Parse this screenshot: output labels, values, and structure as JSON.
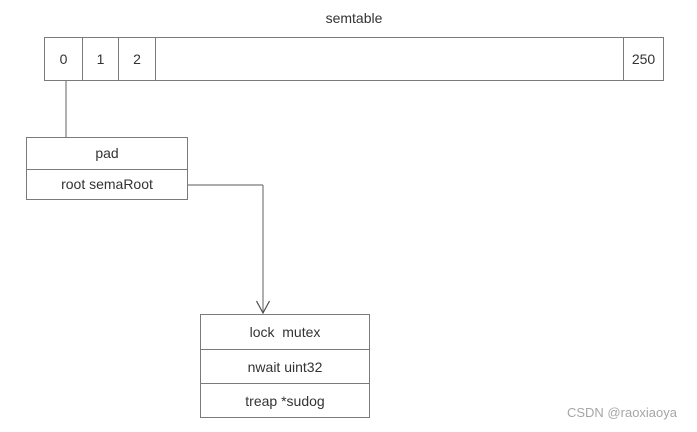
{
  "diagram": {
    "title": "semtable",
    "semtable": {
      "cells": [
        {
          "label": "0"
        },
        {
          "label": "1"
        },
        {
          "label": "2"
        },
        {
          "label": ""
        },
        {
          "label": "250"
        }
      ]
    },
    "sem_struct": {
      "rows": [
        {
          "label": "pad"
        },
        {
          "label": "root semaRoot"
        }
      ]
    },
    "sema_root_struct": {
      "rows": [
        {
          "label": "lock  mutex"
        },
        {
          "label": "nwait uint32"
        },
        {
          "label": "treap *sudog"
        }
      ]
    }
  },
  "watermark": {
    "text": "CSDN @raoxiaoya"
  },
  "colors": {
    "line": "#7a7a7a",
    "text": "#333333",
    "watermark": "#a6a6a6",
    "background": "#ffffff"
  }
}
